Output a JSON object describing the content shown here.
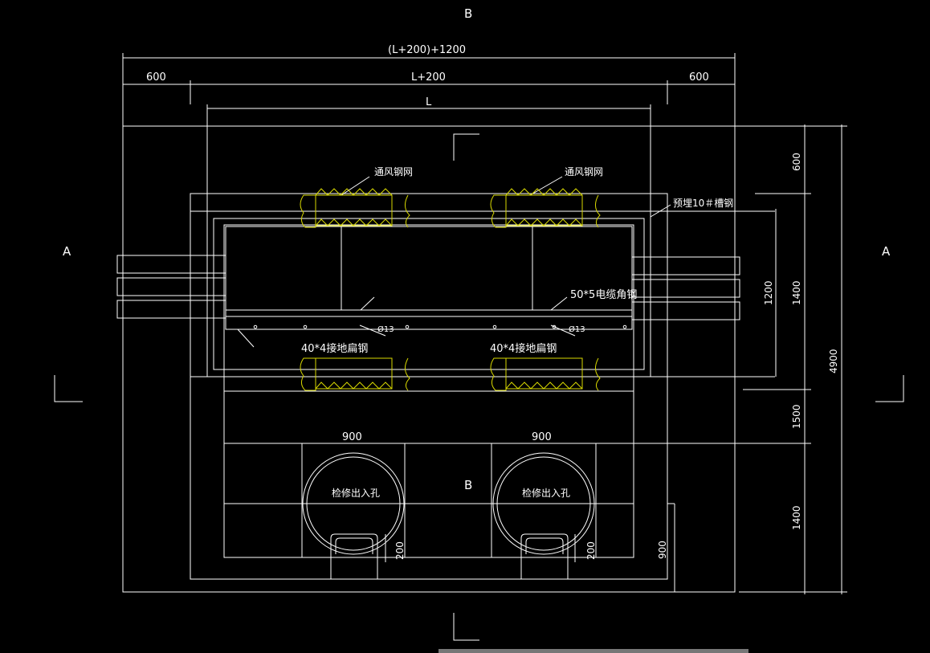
{
  "colors": {
    "background": "#000000",
    "lines": "#ffffff",
    "insulation": "#d8d800"
  },
  "section_labels": {
    "top": "B",
    "bottom": "B",
    "left": "A",
    "right": "A"
  },
  "dimensions": {
    "overall_width": "(L+200)+1200",
    "left_margin": "600",
    "inner_width": "L+200",
    "right_margin": "600",
    "inner_length": "L",
    "manhole_width_1": "900",
    "manhole_width_2": "900",
    "right_600": "600",
    "right_1400_upper": "1400",
    "right_1200": "1200",
    "right_4900": "4900",
    "right_1500": "1500",
    "right_1400_lower": "1400",
    "right_900": "900",
    "ladder_200_1": "200",
    "ladder_200_2": "200",
    "pipe_dia_1": "Ø13",
    "pipe_dia_2": "Ø13"
  },
  "annotations": {
    "vent_mesh_1": "通风钢网",
    "vent_mesh_2": "通风钢网",
    "channel_steel": "预埋10＃槽钢",
    "cable_angle_steel": "50*5电缆角钢",
    "ground_flat_steel_1": "40*4接地扁钢",
    "ground_flat_steel_2": "40*4接地扁钢",
    "manhole_1": "检修出入孔",
    "manhole_2": "检修出入孔"
  }
}
